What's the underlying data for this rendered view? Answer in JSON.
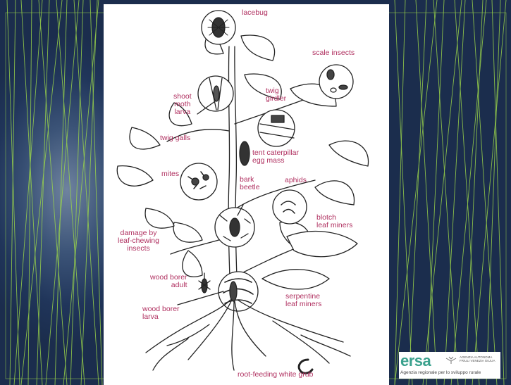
{
  "diagram": {
    "labels": {
      "lacebug": "lacebug",
      "scale_insects": "scale insects",
      "shoot_moth_larva": "shoot\nmoth\nlarva",
      "twig_girdler": "twig\ngirdler",
      "twig_galls": "twig galls",
      "tent_caterpillar": "tent caterpillar\negg mass",
      "mites": "mites",
      "bark_beetle": "bark\nbeetle",
      "aphids": "aphids",
      "blotch_leaf_miners": "blotch\nleaf miners",
      "damage_leaf_chewing": "damage by\nleaf-chewing\ninsects",
      "wood_borer_adult": "wood borer\nadult",
      "serpentine_leaf_miners": "serpentine\nleaf miners",
      "wood_borer_larva": "wood borer\nlarva",
      "root_feeding_grub": "root-feeding white grub"
    },
    "colors": {
      "label": "#b03060",
      "line": "#222222"
    }
  },
  "logo": {
    "wordmark": "ersa",
    "agency_small": "AGENZIA AUTONOMA\nFRIULI VENEZIA GIULIA",
    "tagline": "Agenzia regionale per lo sviluppo rurale",
    "brand_color": "#3aa18d"
  },
  "theme": {
    "background": "#1d3050",
    "accent_lines": "#9bd64a"
  }
}
